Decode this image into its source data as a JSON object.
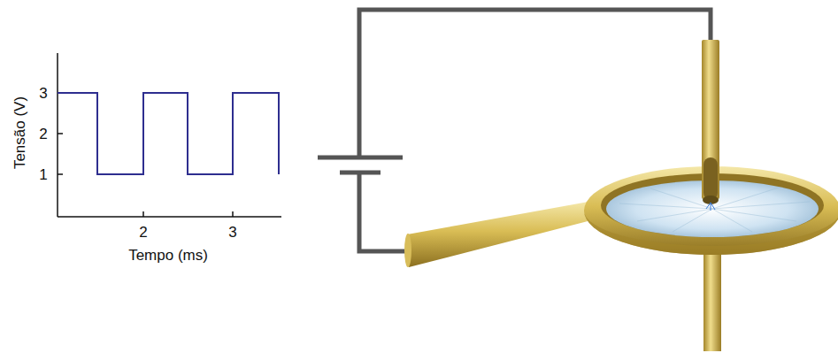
{
  "diagram": {
    "labels": [
      "3",
      "2",
      "1",
      "Tensão (V)",
      "2",
      "3",
      "Tempo (ms)"
    ]
  }
}
